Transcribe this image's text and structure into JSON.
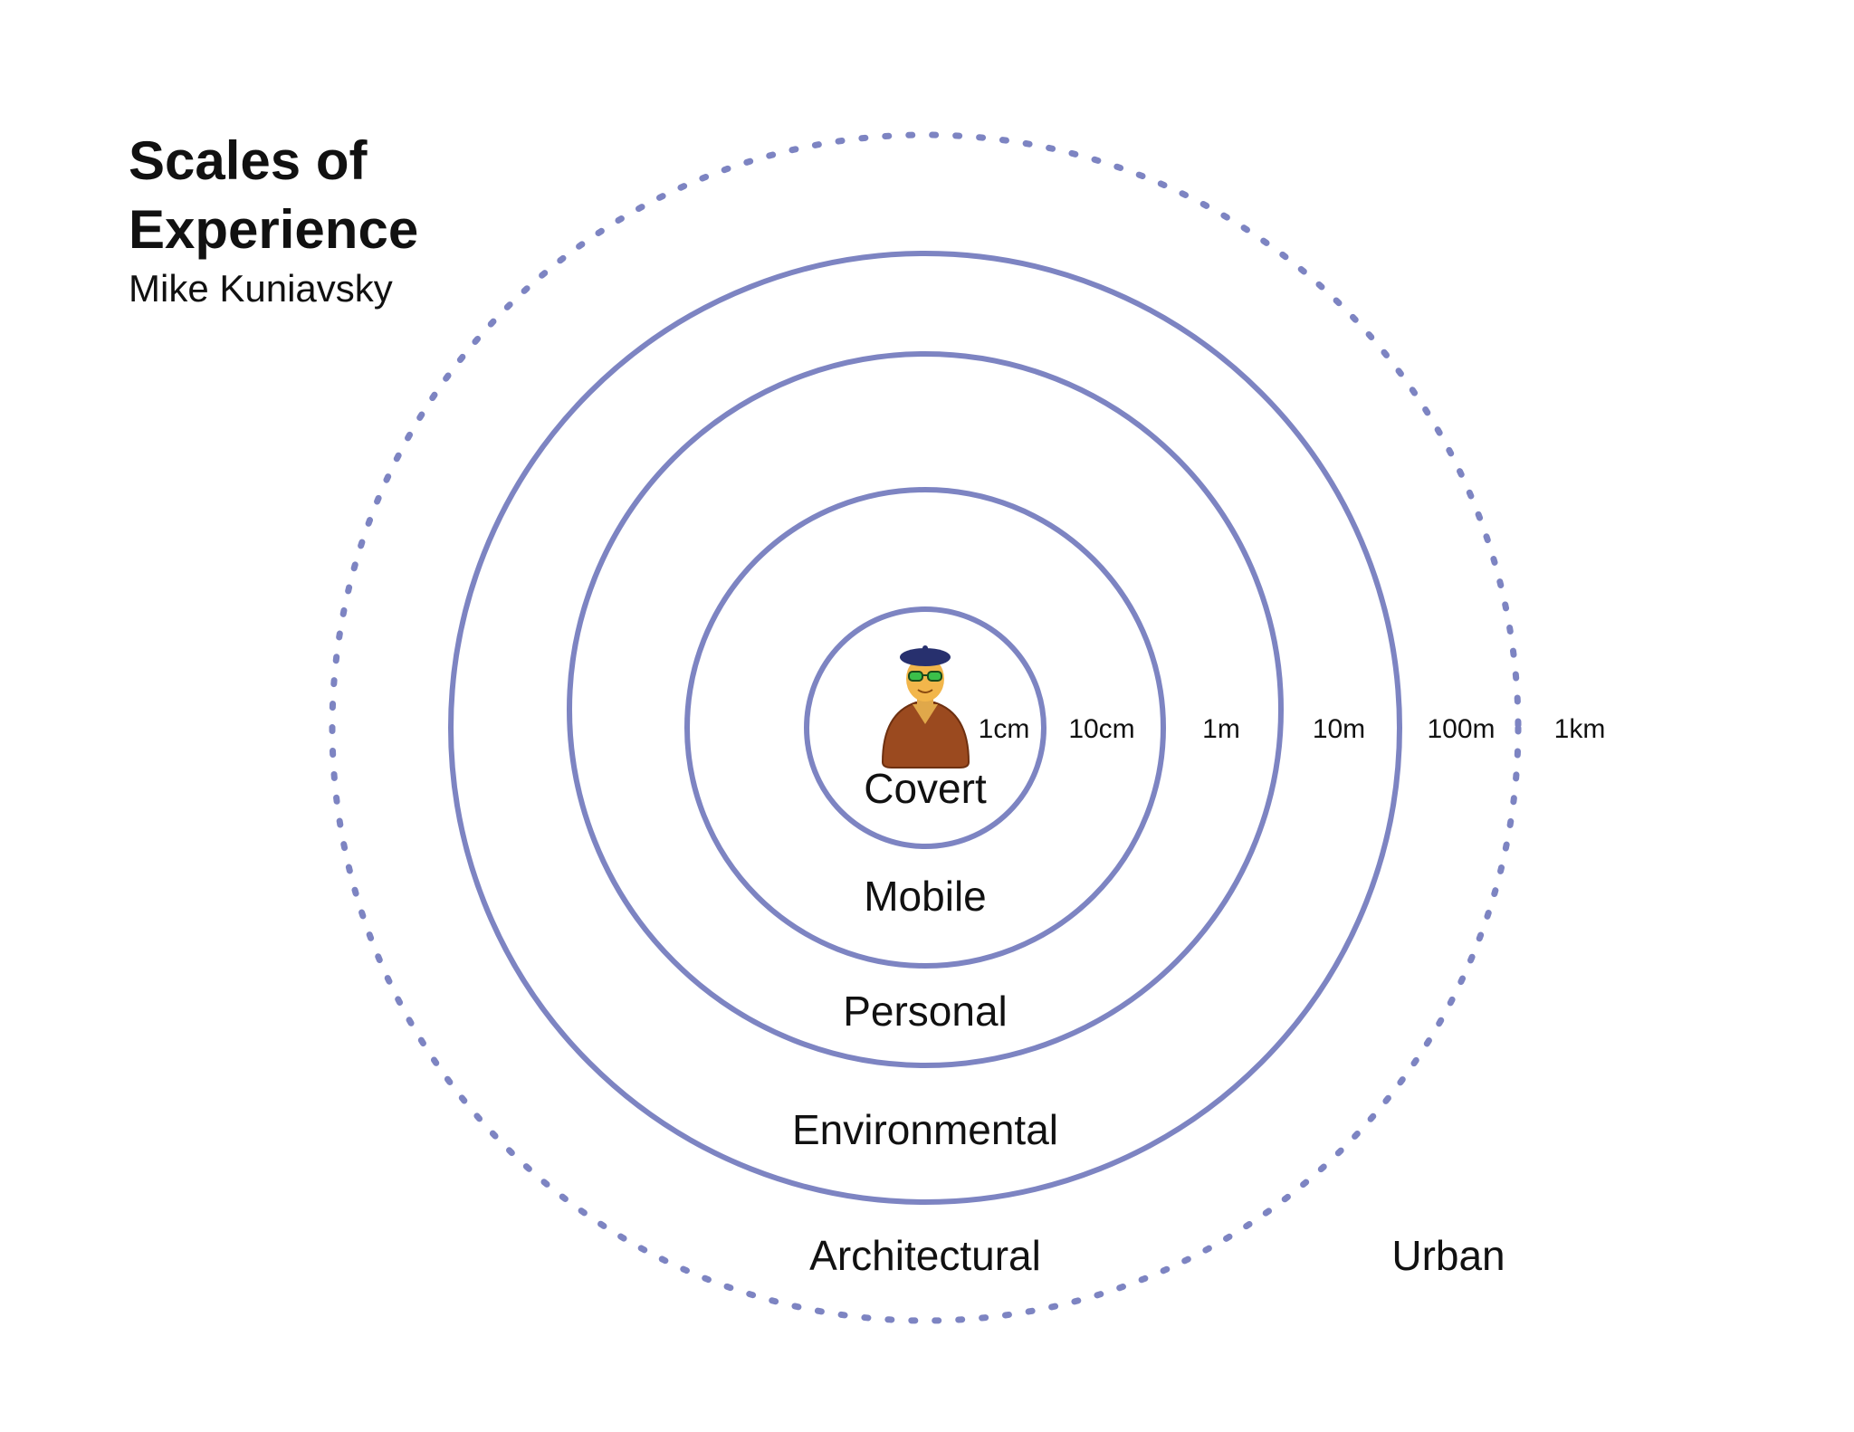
{
  "header": {
    "title_line1": "Scales of",
    "title_line2": "Experience",
    "author": "Mike Kuniavsky"
  },
  "colors": {
    "ring": "#7d84c2",
    "text": "#111111",
    "background": "#ffffff"
  },
  "rings": [
    {
      "zone": "Covert",
      "scale": "1cm",
      "style": "solid"
    },
    {
      "zone": "Mobile",
      "scale": "10cm",
      "style": "solid"
    },
    {
      "zone": "Personal",
      "scale": "1m",
      "style": "solid"
    },
    {
      "zone": "Environmental",
      "scale": "10m",
      "style": "solid"
    },
    {
      "zone": "Architectural",
      "scale": "100m",
      "style": "solid"
    },
    {
      "zone": "Urban",
      "scale": "1km",
      "style": "dotted"
    }
  ],
  "center_icon": "person-with-beret-and-sunglasses-icon"
}
